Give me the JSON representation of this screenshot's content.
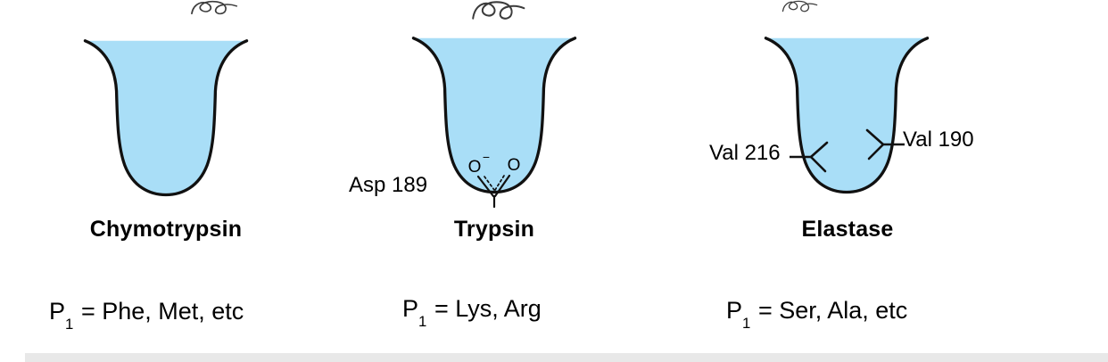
{
  "colors": {
    "pocket_fill": "#a9def7",
    "outline": "#111111",
    "text": "#000000",
    "footer_bar": "#e8e8e8",
    "squiggle": "#3c3c3c"
  },
  "panels": [
    {
      "enzyme": "Chymotrypsin",
      "p1": {
        "symbol": "P",
        "subscript": "1",
        "specificity": "= Phe, Met, etc"
      }
    },
    {
      "enzyme": "Trypsin",
      "residue": "Asp 189",
      "carboxylate": {
        "oxygen_left": "O",
        "charge": "−",
        "oxygen_right": "O"
      },
      "p1": {
        "symbol": "P",
        "subscript": "1",
        "specificity": "= Lys, Arg"
      }
    },
    {
      "enzyme": "Elastase",
      "residue_left": "Val 216",
      "residue_right": "Val 190",
      "p1": {
        "symbol": "P",
        "subscript": "1",
        "specificity": "= Ser, Ala, etc"
      }
    }
  ]
}
